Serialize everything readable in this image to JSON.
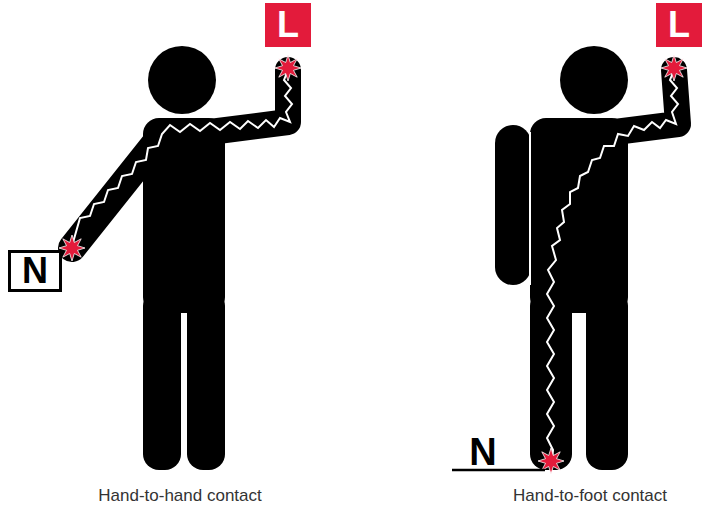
{
  "diagram": {
    "nodes": [
      {
        "text": [
          "L"
        ]
      },
      {
        "text": [
          "N"
        ]
      },
      {
        "text": [
          "L"
        ]
      }
    ],
    "labels": [
      "N",
      "Hand-to-hand contact",
      "Hand-to-foot contact"
    ]
  }
}
